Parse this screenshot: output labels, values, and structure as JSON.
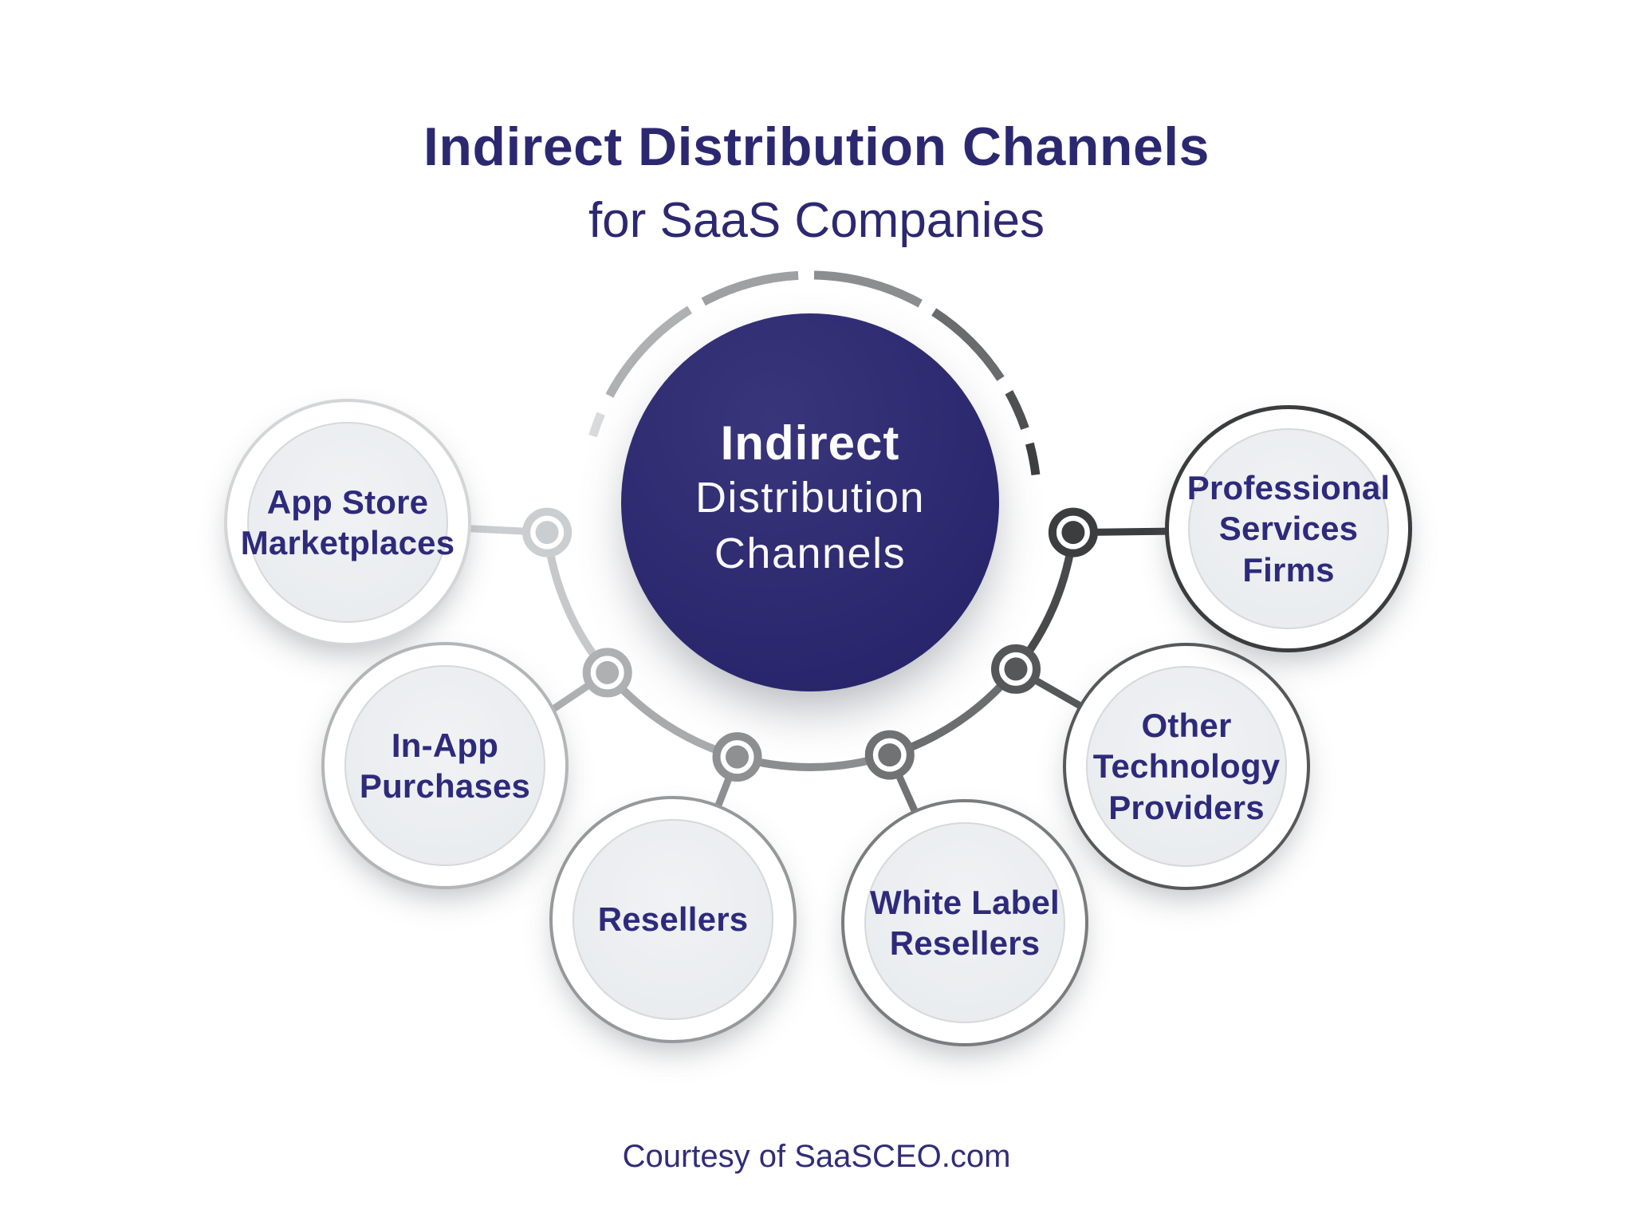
{
  "title": {
    "line1": "Indirect Distribution Channels",
    "line2": "for SaaS Companies"
  },
  "center_node": {
    "line1": "Indirect",
    "line2": "Distribution",
    "line3": "Channels",
    "fill": "#2a2671",
    "text_color": "#ffffff"
  },
  "nodes": [
    {
      "id": "app-store-marketplaces",
      "label": "App Store\nMarketplaces",
      "ring_color": "#d3d5d7"
    },
    {
      "id": "in-app-purchases",
      "label": "In-App\nPurchases",
      "ring_color": "#b3b5b7"
    },
    {
      "id": "resellers",
      "label": "Resellers",
      "ring_color": "#96989a"
    },
    {
      "id": "white-label-resellers",
      "label": "White Label\nResellers",
      "ring_color": "#7a7c7e"
    },
    {
      "id": "other-technology-providers",
      "label": "Other\nTechnology\nProviders",
      "ring_color": "#57585a"
    },
    {
      "id": "professional-services-firms",
      "label": "Professional\nServices\nFirms",
      "ring_color": "#3b3c3e"
    }
  ],
  "connectors": {
    "dot_colors": [
      "#cbced0",
      "#aeb0b2",
      "#8e9092",
      "#707274",
      "#565759",
      "#3c3d3f"
    ],
    "arc_segments": [
      "#c6c8ca",
      "#a8aaac",
      "#8b8d8f",
      "#6b6d6f",
      "#48494b"
    ],
    "dash_segments": [
      "#d9dadb",
      "#aeb0b2",
      "#9ea0a2",
      "#8b8d8f",
      "#6a6b6d",
      "#4f5052",
      "#3e3f41"
    ]
  },
  "palette": {
    "title_color": "#2c2870",
    "label_color": "#2e2a7b",
    "footer_color": "#302d78",
    "background": "#ffffff"
  },
  "footer": {
    "text": "Courtesy of SaaSCEO.com"
  }
}
